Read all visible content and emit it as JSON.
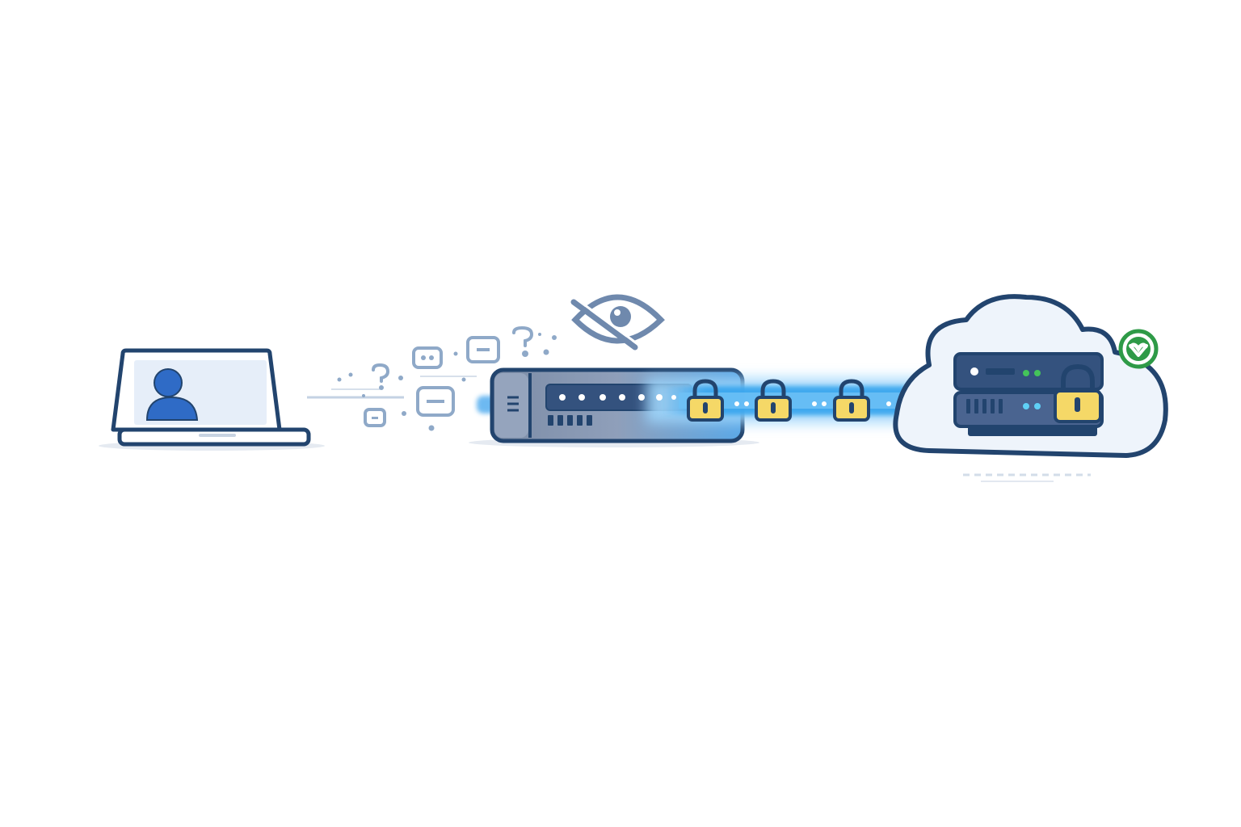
{
  "diagram": {
    "nodes": [
      {
        "id": "user-laptop",
        "icon": "laptop-user-icon"
      },
      {
        "id": "vpn-gateway",
        "icon": "network-appliance-icon"
      },
      {
        "id": "cloud-server",
        "icon": "cloud-server-icon"
      }
    ],
    "edges": [
      {
        "from": "user-laptop",
        "to": "vpn-gateway",
        "style": "scattered-data-packets"
      },
      {
        "from": "vpn-gateway",
        "to": "cloud-server",
        "style": "encrypted-tunnel",
        "lock_count": 3
      }
    ],
    "annotations": [
      {
        "icon": "eye-slash-icon",
        "meaning": "hidden-from-observers"
      },
      {
        "icon": "check-badge-icon",
        "meaning": "verified"
      }
    ]
  },
  "colors": {
    "navy": "#22446e",
    "user_blue": "#2f6bc6",
    "screen": "#e6eef9",
    "tunnel": "#35a4ee",
    "tunnel_glow": "#9fd6fb",
    "packet": "#8fa9c8",
    "lock_body": "#f5d867",
    "eye": "#6f89ad",
    "check": "#2e9a47",
    "cloud_fill": "#eef4fb",
    "device_gray": "#7c8ca6",
    "led_green": "#44c45a"
  }
}
